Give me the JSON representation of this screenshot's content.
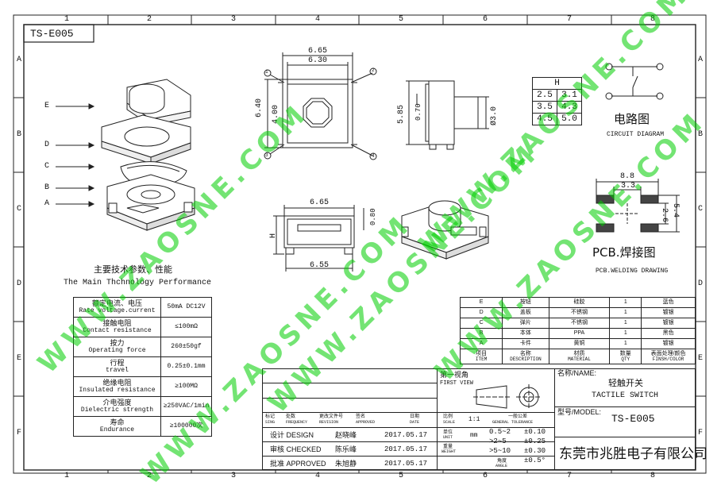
{
  "part_code": "TS-E005",
  "column_numbers": [
    "1",
    "2",
    "3",
    "4",
    "5",
    "6",
    "7",
    "8"
  ],
  "row_letters": [
    "A",
    "B",
    "C",
    "D",
    "E",
    "F"
  ],
  "exploded_labels": [
    "E",
    "D",
    "C",
    "B",
    "A"
  ],
  "dims": {
    "top_w1": "6.65",
    "top_w2": "6.30",
    "top_h1": "6.40",
    "top_h2": "4.00",
    "side_h": "5.85",
    "side_a": "0.70",
    "side_dia": "Ø3.0",
    "front_w1": "6.65",
    "front_w2": "6.55",
    "front_h": "H",
    "front_t": "0.80",
    "pcb_w1": "8.8",
    "pcb_w2": "3.3",
    "pcb_h1": "5.4",
    "pcb_h2": "2.6"
  },
  "pin_numbers": [
    "1",
    "2",
    "3",
    "4"
  ],
  "h_table": {
    "header": "H",
    "rows": [
      [
        "2.5",
        "3.1"
      ],
      [
        "3.5",
        "4.3"
      ],
      [
        "4.5",
        "5.0"
      ]
    ]
  },
  "circuit": {
    "title_cn": "电路图",
    "title_en": "CIRCUIT DIAGRAM"
  },
  "pcb": {
    "title_cn": "PCB.焊接图",
    "title_en": "PCB.WELDING DRAWING"
  },
  "specs": {
    "title_cn": "主要技术参数、性能",
    "title_en": "The Main Thchnology Performance",
    "rows": [
      {
        "cn": "额定电流、电压",
        "en": "Rate voltage.current",
        "value": "50mA DC12V"
      },
      {
        "cn": "接触电阻",
        "en": "Contact resistance",
        "value": "≤100mΩ"
      },
      {
        "cn": "按力",
        "en": "Operating force",
        "value": "260±50gf"
      },
      {
        "cn": "行程",
        "en": "travel",
        "value": "0.25±0.1mm"
      },
      {
        "cn": "绝缘电阻",
        "en": "Insulated resistance",
        "value": "≥100MΩ"
      },
      {
        "cn": "介电强度",
        "en": "Dielectric strength",
        "value": "≥250VAC/1min"
      },
      {
        "cn": "寿命",
        "en": "Endurance",
        "value": "≥100000次"
      }
    ]
  },
  "bom": {
    "rows": [
      [
        "E",
        "按钮",
        "硅胶",
        "1",
        "蓝色"
      ],
      [
        "D",
        "盖板",
        "不锈钢",
        "1",
        "镀银"
      ],
      [
        "C",
        "弹片",
        "不锈钢",
        "1",
        "镀银"
      ],
      [
        "B",
        "本体",
        "PPA",
        "1",
        "黑色"
      ],
      [
        "A",
        "卡件",
        "黄铜",
        "1",
        "镀银"
      ]
    ],
    "header": [
      [
        "项目",
        "ITEM"
      ],
      [
        "名称",
        "DESCRIPTION"
      ],
      [
        "材质",
        "MATERIAL"
      ],
      [
        "数量",
        "QTY"
      ],
      [
        "表面处理/颜色",
        "FINSH/COLOR"
      ]
    ]
  },
  "title_block": {
    "first_view_cn": "第一视角",
    "first_view_en": "FIRST VIEW",
    "name_label": "名称/NAME:",
    "name_cn": "轻触开关",
    "name_en": "TACTILE SWITCH",
    "model_label": "型号/MODEL:",
    "model": "TS-E005",
    "company": "东莞市兆胜电子有限公司",
    "hdr": [
      [
        "标记",
        "SING"
      ],
      [
        "处数",
        "FREQUENCY"
      ],
      [
        "更改文件号",
        "REVISION"
      ],
      [
        "签名",
        "APPROVED"
      ],
      [
        "日期",
        "DATE"
      ],
      [
        "比例",
        "SCALE"
      ]
    ],
    "scale": "1:1",
    "tol_cn": "一般公差",
    "tol_en": "GENERAL TOLERANCE",
    "unit_cn": "单位",
    "unit_en": "UNIT",
    "unit": "mm",
    "weight_cn": "重量",
    "weight_en": "WEIGHT",
    "angle_cn": "角度",
    "angle_en": "ANGLE",
    "tol": [
      [
        "0.5~2",
        "±0.10"
      ],
      [
        ">2~5",
        "±0.25"
      ],
      [
        ">5~10",
        "±0.30"
      ],
      [
        "",
        "±0.5°"
      ]
    ],
    "people": [
      {
        "role": "设计 DESIGN",
        "name": "赵晓峰",
        "date": "2017.05.17"
      },
      {
        "role": "审核 CHECKED",
        "name": "陈乐峰",
        "date": "2017.05.17"
      },
      {
        "role": "批准 APPROVED",
        "name": "朱旭静",
        "date": "2017.05.17"
      }
    ]
  },
  "watermark": "WWW.ZAOSNE.COM"
}
